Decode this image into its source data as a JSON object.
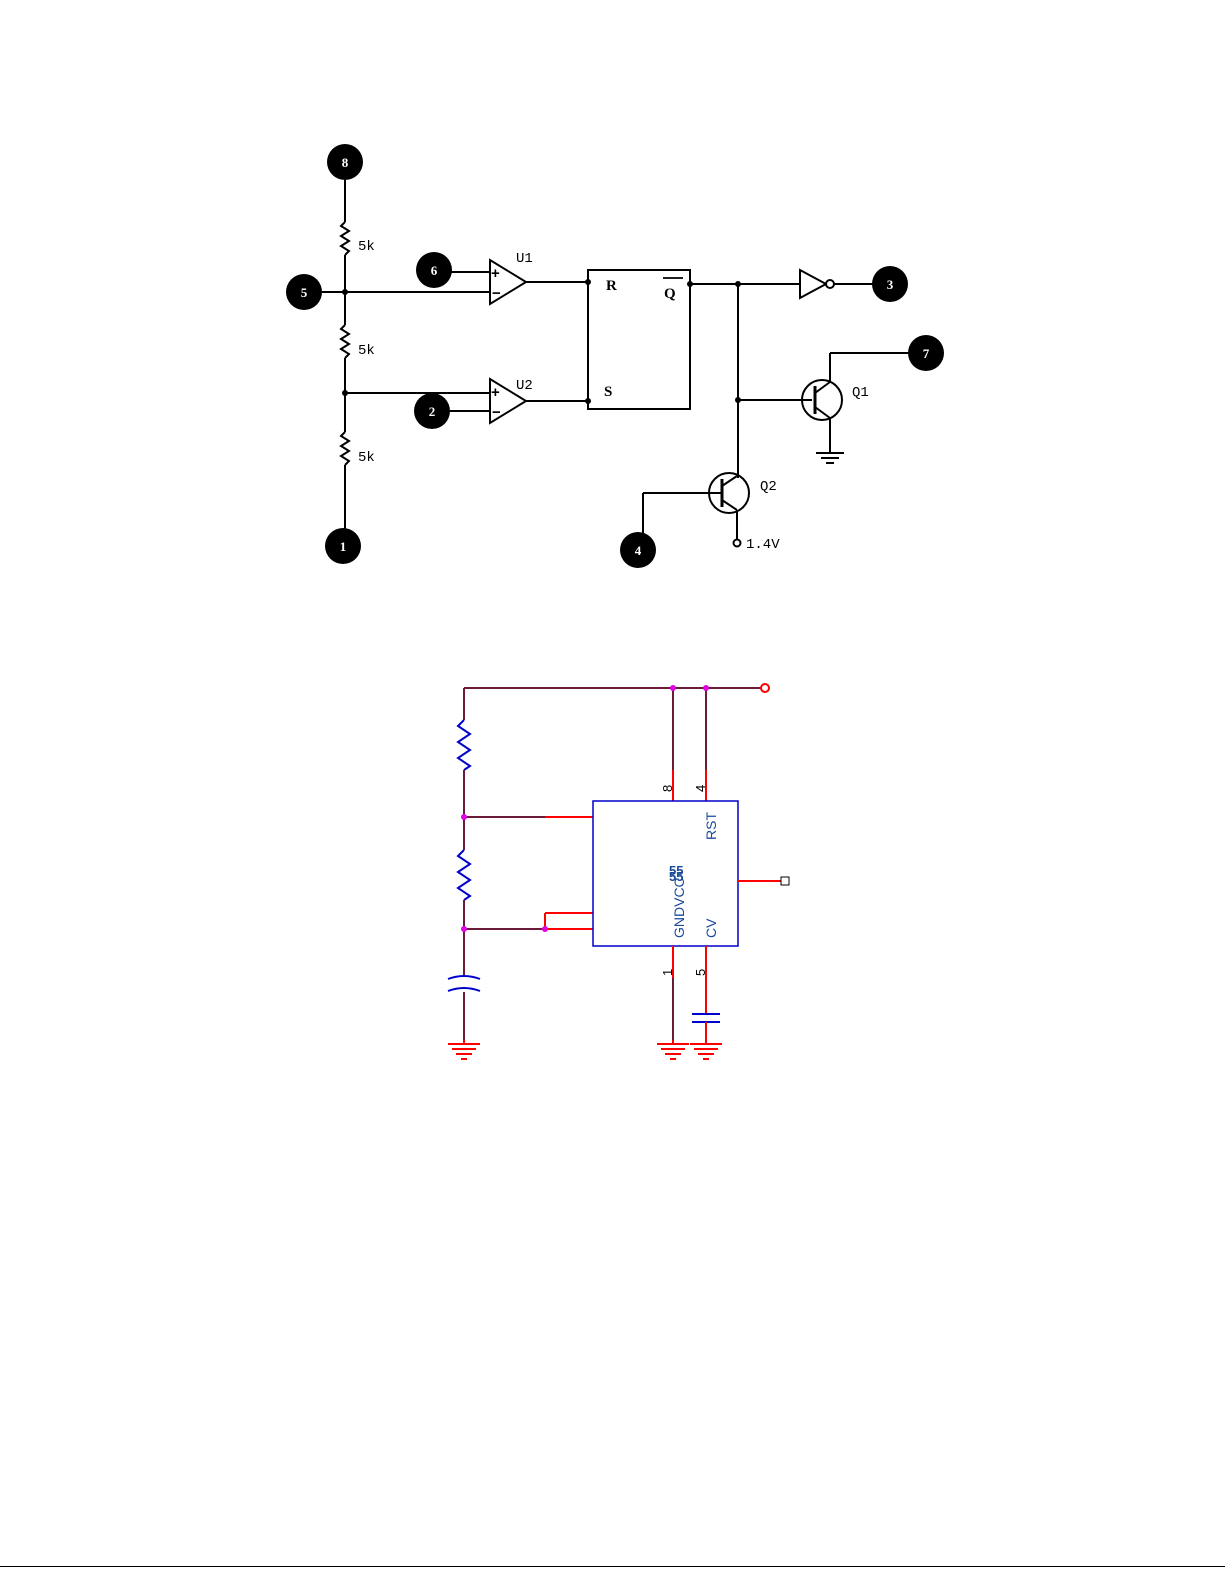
{
  "diagram1": {
    "nodes": {
      "n8": "8",
      "n5": "5",
      "n6": "6",
      "n2": "2",
      "n1": "1",
      "n3": "3",
      "n7": "7",
      "n4": "4"
    },
    "resistors": {
      "r_top": "5k",
      "r_mid": "5k",
      "r_bot": "5k"
    },
    "comparators": {
      "u1": "U1",
      "u2": "U2",
      "plus": "+",
      "minus": "−"
    },
    "flipflop": {
      "r": "R",
      "s": "S",
      "q": "Q"
    },
    "transistors": {
      "q1": "Q1",
      "q2": "Q2"
    },
    "voltage": "1.4V"
  },
  "diagram2": {
    "pins": {
      "p8": "8",
      "p4": "4",
      "p1": "1",
      "p5": "5"
    },
    "labels": {
      "rst": "RST",
      "cv": "CV",
      "gnd_vcc": "GNDVCC",
      "chip": "55",
      "chip2": "55"
    },
    "colors": {
      "wire": "#6b1a3a",
      "pin": "#ff0000",
      "component": "#0000cc",
      "node": "#e000e0",
      "text": "#1a4a9a"
    }
  }
}
